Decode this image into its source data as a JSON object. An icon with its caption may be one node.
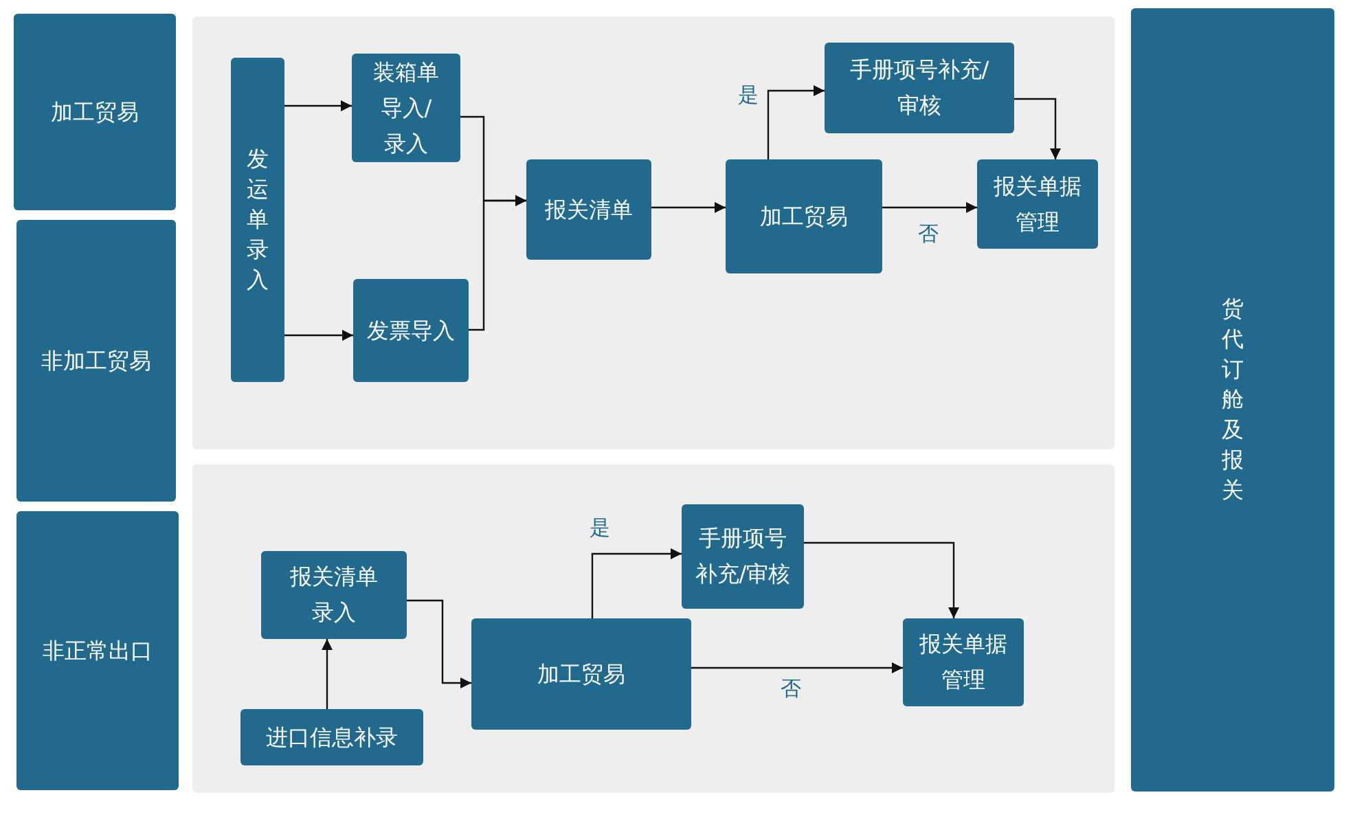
{
  "diagram": {
    "nodes": [
      {
        "text": [
          "加工贸易"
        ]
      },
      {
        "text": [
          "非加工贸易"
        ]
      },
      {
        "text": [
          "非正常出口"
        ]
      },
      {
        "text": [
          "货代订舱及报关"
        ]
      },
      {
        "text": [],
        "shape": "box"
      },
      {
        "text": [],
        "shape": "box"
      },
      {
        "text": [
          "发运单录入"
        ],
        "in": 4
      },
      {
        "text": [
          "装箱单导入/录入"
        ],
        "in": 4
      },
      {
        "text": [
          "发票导入"
        ],
        "in": 4
      },
      {
        "text": [
          "报关清单"
        ],
        "in": 4
      },
      {
        "text": [
          "加工贸易"
        ],
        "in": 4
      },
      {
        "text": [
          "手册项号补充/审核"
        ],
        "in": 4
      },
      {
        "text": [
          "报关单据管理"
        ],
        "in": 4
      },
      {
        "text": [
          "报关清单录入"
        ],
        "in": 5
      },
      {
        "text": [
          "进口信息补录"
        ],
        "in": 5
      },
      {
        "text": [
          "加工贸易"
        ],
        "in": 5
      },
      {
        "text": [
          "手册项号补充/审核"
        ],
        "in": 5
      },
      {
        "text": [
          "报关单据管理"
        ],
        "in": 5
      }
    ],
    "edges": [
      {
        "from": 6,
        "to": 7,
        "arrow": "to"
      },
      {
        "from": 6,
        "to": 8,
        "arrow": "to"
      },
      {
        "from": 7,
        "to": 9,
        "arrow": "to"
      },
      {
        "from": 8,
        "to": 9,
        "arrow": "to"
      },
      {
        "from": 9,
        "to": 10,
        "arrow": "to"
      },
      {
        "from": 10,
        "to": 11,
        "arrow": "to",
        "label": "是"
      },
      {
        "from": 10,
        "to": 12,
        "arrow": "to",
        "label": "否"
      },
      {
        "from": 11,
        "to": 12,
        "arrow": "to"
      },
      {
        "from": 14,
        "to": 13,
        "arrow": "to"
      },
      {
        "from": 13,
        "to": 15,
        "arrow": "to"
      },
      {
        "from": 15,
        "to": 16,
        "arrow": "to",
        "label": "是"
      },
      {
        "from": 16,
        "to": 17,
        "arrow": "to"
      },
      {
        "from": 15,
        "to": 17,
        "arrow": "to",
        "label": "否"
      }
    ]
  }
}
